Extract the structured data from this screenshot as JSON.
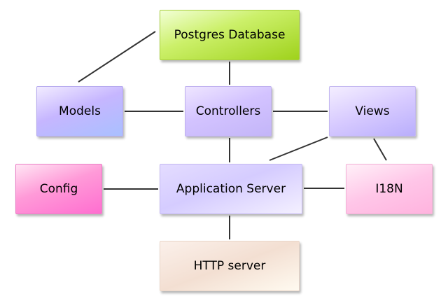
{
  "title": "Web application architecture diagram",
  "nodes": {
    "postgres": "Postgres Database",
    "models": "Models",
    "controllers": "Controllers",
    "views": "Views",
    "config": "Config",
    "app_server": "Application Server",
    "i18n": "I18N",
    "http_server": "HTTP server"
  },
  "edges": [
    {
      "from": "Models",
      "to": "Postgres Database"
    },
    {
      "from": "Controllers",
      "to": "Postgres Database"
    },
    {
      "from": "Models",
      "to": "Controllers"
    },
    {
      "from": "Controllers",
      "to": "Views"
    },
    {
      "from": "Controllers",
      "to": "Application Server"
    },
    {
      "from": "Views",
      "to": "Application Server"
    },
    {
      "from": "Views",
      "to": "I18N"
    },
    {
      "from": "Config",
      "to": "Application Server"
    },
    {
      "from": "Application Server",
      "to": "I18N"
    },
    {
      "from": "Application Server",
      "to": "HTTP server"
    }
  ],
  "colors": {
    "edge": "#333333",
    "postgres": "#b9e64a",
    "models": "#b6b0ff",
    "controllers": "#cfc0ff",
    "views": "#d2c6ff",
    "config": "#ff8ad6",
    "app_server": "#ddd5ff",
    "i18n": "#ffc0e4",
    "http_server": "#f6e6da"
  }
}
